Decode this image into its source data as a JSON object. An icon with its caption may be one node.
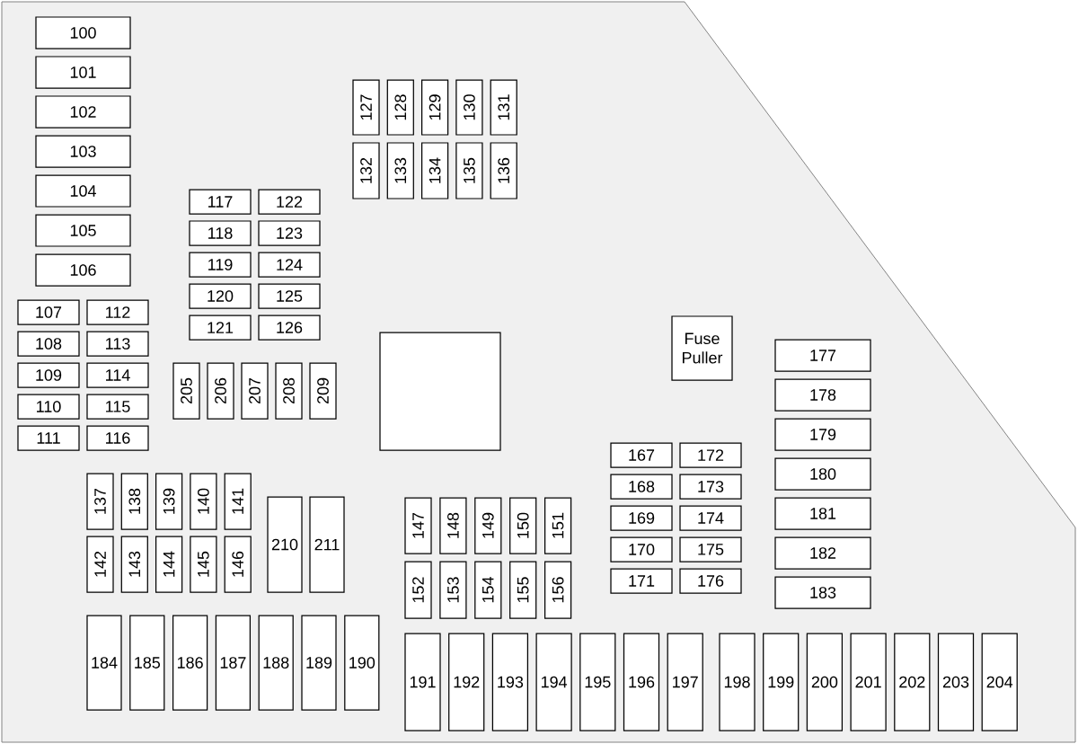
{
  "diagram": {
    "nodes": [
      {
        "text": [
          "100"
        ]
      },
      {
        "text": [
          "101"
        ]
      },
      {
        "text": [
          "102"
        ]
      },
      {
        "text": [
          "103"
        ]
      },
      {
        "text": [
          "104"
        ]
      },
      {
        "text": [
          "105"
        ]
      },
      {
        "text": [
          "106"
        ]
      },
      {
        "text": [
          "107"
        ]
      },
      {
        "text": [
          "108"
        ]
      },
      {
        "text": [
          "109"
        ]
      },
      {
        "text": [
          "110"
        ]
      },
      {
        "text": [
          "111"
        ]
      },
      {
        "text": [
          "112"
        ]
      },
      {
        "text": [
          "113"
        ]
      },
      {
        "text": [
          "114"
        ]
      },
      {
        "text": [
          "115"
        ]
      },
      {
        "text": [
          "116"
        ]
      },
      {
        "text": [
          "117"
        ]
      },
      {
        "text": [
          "118"
        ]
      },
      {
        "text": [
          "119"
        ]
      },
      {
        "text": [
          "120"
        ]
      },
      {
        "text": [
          "121"
        ]
      },
      {
        "text": [
          "122"
        ]
      },
      {
        "text": [
          "123"
        ]
      },
      {
        "text": [
          "124"
        ]
      },
      {
        "text": [
          "125"
        ]
      },
      {
        "text": [
          "126"
        ]
      },
      {
        "text": [
          "127"
        ]
      },
      {
        "text": [
          "128"
        ]
      },
      {
        "text": [
          "129"
        ]
      },
      {
        "text": [
          "130"
        ]
      },
      {
        "text": [
          "131"
        ]
      },
      {
        "text": [
          "132"
        ]
      },
      {
        "text": [
          "133"
        ]
      },
      {
        "text": [
          "134"
        ]
      },
      {
        "text": [
          "135"
        ]
      },
      {
        "text": [
          "136"
        ]
      },
      {
        "text": [
          "137"
        ]
      },
      {
        "text": [
          "138"
        ]
      },
      {
        "text": [
          "139"
        ]
      },
      {
        "text": [
          "140"
        ]
      },
      {
        "text": [
          "141"
        ]
      },
      {
        "text": [
          "142"
        ]
      },
      {
        "text": [
          "143"
        ]
      },
      {
        "text": [
          "144"
        ]
      },
      {
        "text": [
          "145"
        ]
      },
      {
        "text": [
          "146"
        ]
      },
      {
        "text": [
          "147"
        ]
      },
      {
        "text": [
          "148"
        ]
      },
      {
        "text": [
          "149"
        ]
      },
      {
        "text": [
          "150"
        ]
      },
      {
        "text": [
          "151"
        ]
      },
      {
        "text": [
          "152"
        ]
      },
      {
        "text": [
          "153"
        ]
      },
      {
        "text": [
          "154"
        ]
      },
      {
        "text": [
          "155"
        ]
      },
      {
        "text": [
          "156"
        ]
      },
      {
        "text": [
          "167"
        ]
      },
      {
        "text": [
          "168"
        ]
      },
      {
        "text": [
          "169"
        ]
      },
      {
        "text": [
          "170"
        ]
      },
      {
        "text": [
          "171"
        ]
      },
      {
        "text": [
          "172"
        ]
      },
      {
        "text": [
          "173"
        ]
      },
      {
        "text": [
          "174"
        ]
      },
      {
        "text": [
          "175"
        ]
      },
      {
        "text": [
          "176"
        ]
      },
      {
        "text": [
          "177"
        ]
      },
      {
        "text": [
          "178"
        ]
      },
      {
        "text": [
          "179"
        ]
      },
      {
        "text": [
          "180"
        ]
      },
      {
        "text": [
          "181"
        ]
      },
      {
        "text": [
          "182"
        ]
      },
      {
        "text": [
          "183"
        ]
      },
      {
        "text": [
          "184"
        ]
      },
      {
        "text": [
          "185"
        ]
      },
      {
        "text": [
          "186"
        ]
      },
      {
        "text": [
          "187"
        ]
      },
      {
        "text": [
          "188"
        ]
      },
      {
        "text": [
          "189"
        ]
      },
      {
        "text": [
          "190"
        ]
      },
      {
        "text": [
          "191"
        ]
      },
      {
        "text": [
          "192"
        ]
      },
      {
        "text": [
          "193"
        ]
      },
      {
        "text": [
          "194"
        ]
      },
      {
        "text": [
          "195"
        ]
      },
      {
        "text": [
          "196"
        ]
      },
      {
        "text": [
          "197"
        ]
      },
      {
        "text": [
          "198"
        ]
      },
      {
        "text": [
          "199"
        ]
      },
      {
        "text": [
          "200"
        ]
      },
      {
        "text": [
          "201"
        ]
      },
      {
        "text": [
          "202"
        ]
      },
      {
        "text": [
          "203"
        ]
      },
      {
        "text": [
          "204"
        ]
      },
      {
        "text": [
          "205"
        ]
      },
      {
        "text": [
          "206"
        ]
      },
      {
        "text": [
          "207"
        ]
      },
      {
        "text": [
          "208"
        ]
      },
      {
        "text": [
          "209"
        ]
      },
      {
        "text": [
          "210"
        ]
      },
      {
        "text": [
          "211"
        ]
      },
      {
        "text": [
          "Fuse Puller"
        ]
      },
      {
        "text": [],
        "shape": "box"
      }
    ]
  }
}
